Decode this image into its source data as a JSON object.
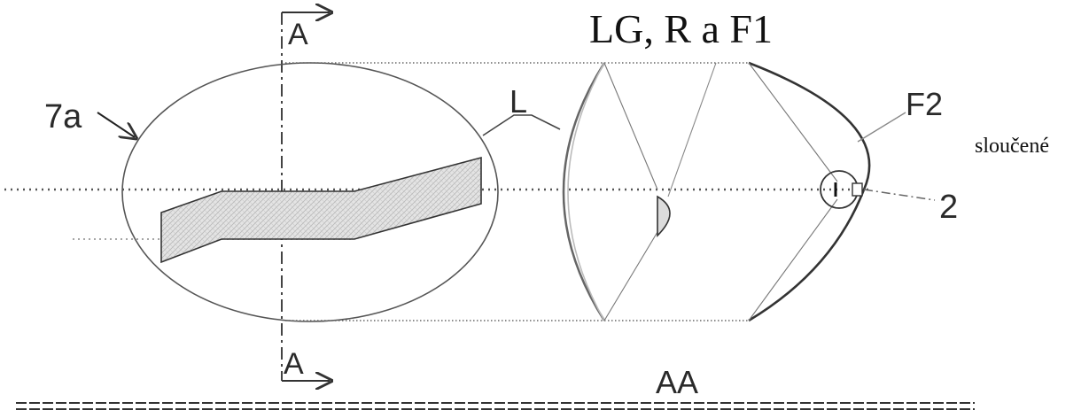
{
  "labels": {
    "section_top": "A",
    "section_bottom": "A",
    "title": "LG, R a F1",
    "part_7a": "7a",
    "part_L": "L",
    "part_F2": "F2",
    "side_note": "sloučené",
    "part_2": "2",
    "axis_label": "AA"
  },
  "colors": {
    "line": "#4a4a4a",
    "dotted": "#777777",
    "hatch_fill": "#e6e6e6",
    "text": "#222222"
  }
}
